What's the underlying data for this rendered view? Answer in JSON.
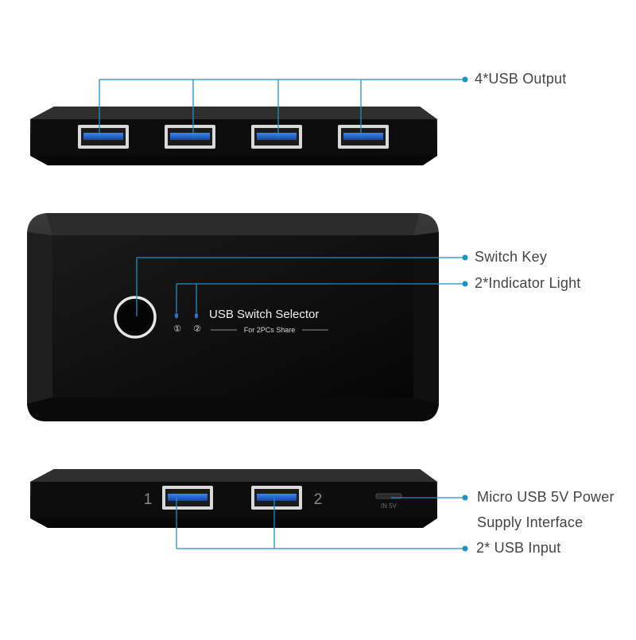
{
  "colors": {
    "callout_line": "#1f8ec9",
    "device_body": "#141414",
    "usb_port_blue": "#1e63c8",
    "led_blue": "#2a6fd6"
  },
  "panel": {
    "title": "USB Switch Selector",
    "subtitle": "For 2PCs Share",
    "led_1": "①",
    "led_2": "②"
  },
  "bottom_unit": {
    "port_1_number": "1",
    "port_2_number": "2",
    "power_label": "IN 5V"
  },
  "callouts": {
    "usb_output": "4*USB Output",
    "switch_key": "Switch Key",
    "indicator_light": "2*Indicator Light",
    "power_line1": "Micro USB 5V Power",
    "power_line2": "Supply Interface",
    "usb_input": "2* USB Input"
  }
}
